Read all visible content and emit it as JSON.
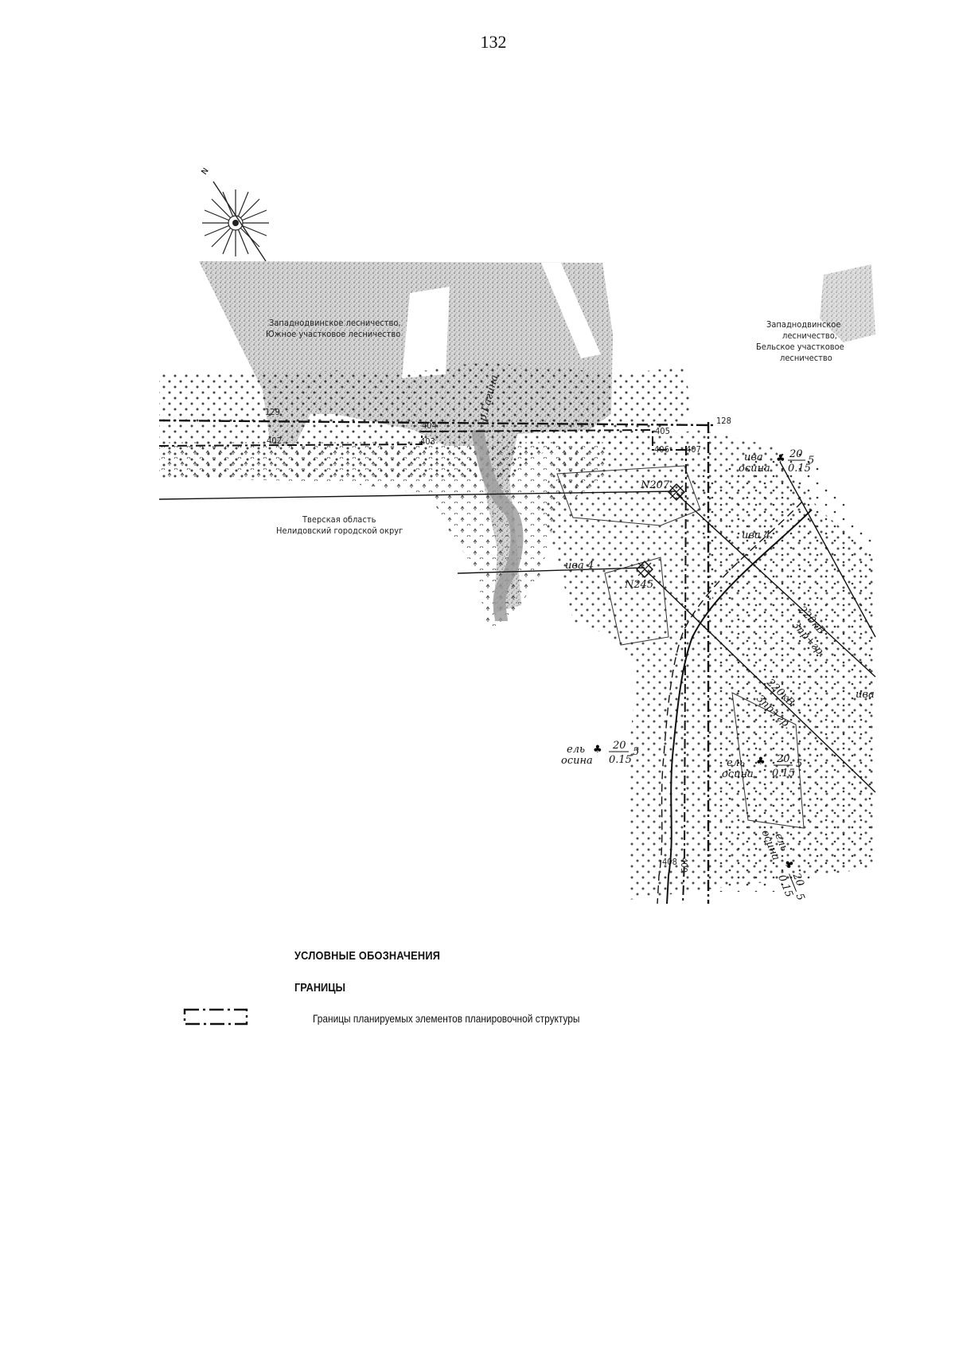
{
  "page_number": "132",
  "map": {
    "labels": {
      "forestry_south_1": "Западнодвинское лесничество,",
      "forestry_south_2": "Южное участковое лесничество",
      "forestry_bely_1": "Западнодвинское",
      "forestry_bely_2": "лесничество,",
      "forestry_bely_3": "Бельское участковое",
      "forestry_bely_4": "лесничество",
      "region_1": "Тверская область",
      "region_2": "Нелидовский городской округ",
      "river": "р.Гагина",
      "pt_129": "129",
      "pt_128": "128",
      "pt_402": "402",
      "pt_403": "403",
      "pt_404": "404",
      "pt_405": "405",
      "pt_406": "406",
      "pt_407": "407",
      "pt_408": "408",
      "pt_409": "409",
      "tower_n207": "N207",
      "tower_n245": "N245",
      "iva4_a": "ива 4",
      "iva4_b": "ива 4",
      "iva_edge": "ива",
      "power_line_a1": "220кВ",
      "power_line_a2": "3пр+гр.",
      "power_line_b1": "220кВ",
      "power_line_b2": "3пр+гр.",
      "stand1_sp1": "ива",
      "stand1_sp2": "осина",
      "stand1_top": "20",
      "stand1_bot": "0.15",
      "stand1_right": "5",
      "stand2_sp1": "ель",
      "stand2_sp2": "осина",
      "stand2_top": "20",
      "stand2_bot": "0.15",
      "stand2_right": "5",
      "stand3_sp1": "ель",
      "stand3_sp2": "осина",
      "stand3_top": "20",
      "stand3_bot": "0.15",
      "stand3_right": "5",
      "stand4_sp1": "ель",
      "stand4_sp2": "осина",
      "stand4_top": "20",
      "stand4_bot": "0.15",
      "stand4_right": "5"
    }
  },
  "legend": {
    "title": "УСЛОВНЫЕ ОБОЗНАЧЕНИЯ",
    "section": "ГРАНИЦЫ",
    "items": [
      {
        "symbol": "dash-dot-boundary",
        "label": "Границы планируемых элементов планировочной структуры"
      }
    ]
  }
}
